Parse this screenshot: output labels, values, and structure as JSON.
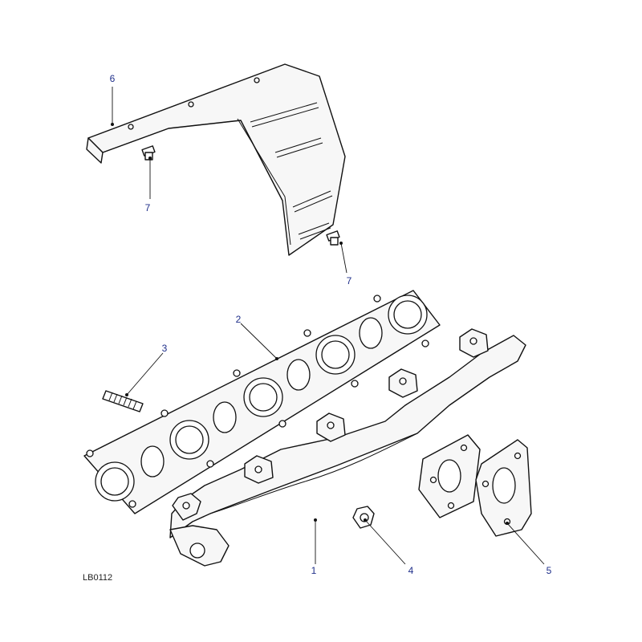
{
  "diagram": {
    "code": "LB0112",
    "callouts": [
      {
        "id": "c1",
        "label": "1"
      },
      {
        "id": "c2",
        "label": "2"
      },
      {
        "id": "c3",
        "label": "3"
      },
      {
        "id": "c4",
        "label": "4"
      },
      {
        "id": "c5",
        "label": "5"
      },
      {
        "id": "c6",
        "label": "6"
      },
      {
        "id": "c7a",
        "label": "7"
      },
      {
        "id": "c7b",
        "label": "7"
      }
    ]
  },
  "colors": {
    "line": "#111111",
    "callout": "#1f2f8a",
    "background": "#ffffff",
    "panel": "#f7f7f7"
  }
}
